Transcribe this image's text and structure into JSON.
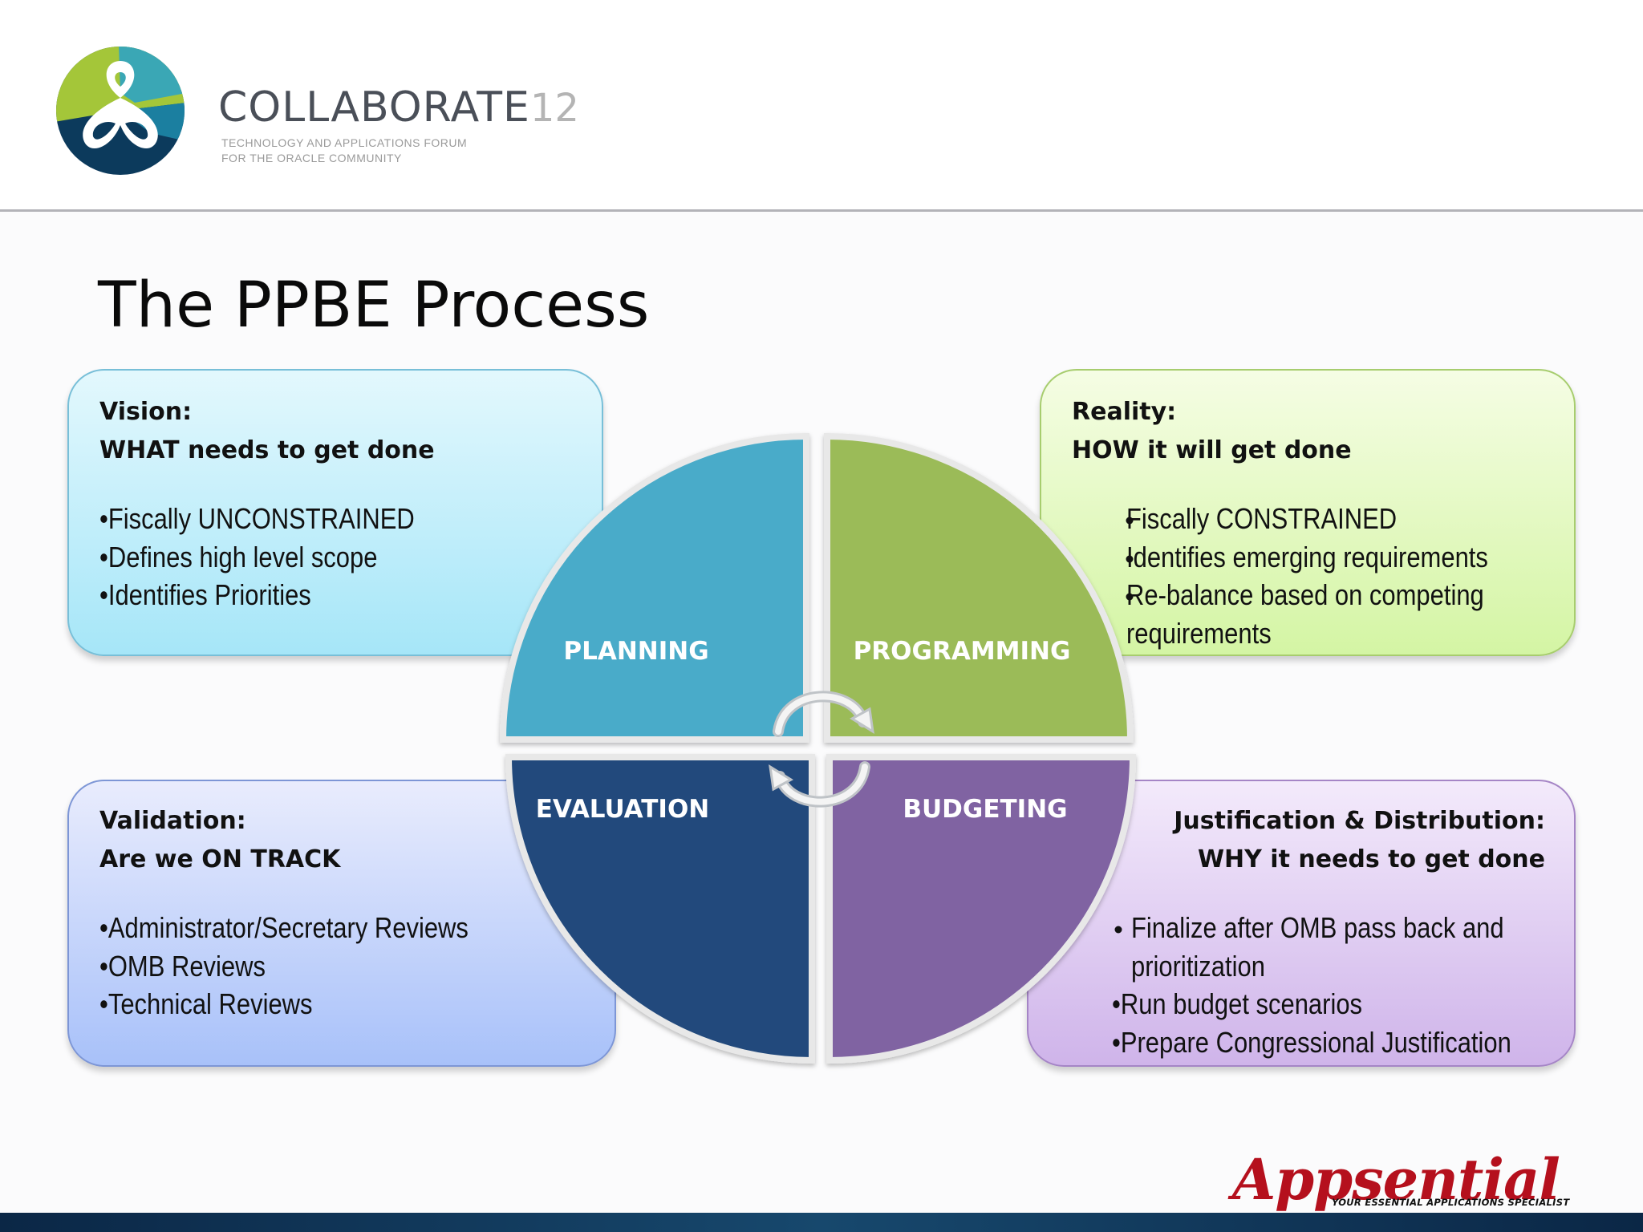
{
  "brand": {
    "name": "COLLABORATE",
    "edition": "12",
    "tagline_1": "TECHNOLOGY AND APPLICATIONS FORUM",
    "tagline_2": "FOR THE ORACLE COMMUNITY"
  },
  "slide": {
    "title": "The PPBE Process"
  },
  "boxes": {
    "vision": {
      "heading_1": "Vision:",
      "heading_2": "WHAT needs to get done",
      "bullets": [
        "•Fiscally UNCONSTRAINED",
        "•Defines high level scope",
        "•Identifies Priorities"
      ]
    },
    "reality": {
      "heading_1": "Reality:",
      "heading_2": "HOW it will get done",
      "bullets": [
        "Fiscally CONSTRAINED",
        "Identifies emerging requirements",
        "Re-balance based on competing",
        "requirements"
      ]
    },
    "validation": {
      "heading_1": "Validation:",
      "heading_2": "Are we ON TRACK",
      "bullets": [
        "•Administrator/Secretary Reviews",
        "•OMB Reviews",
        "•Technical Reviews"
      ]
    },
    "justification": {
      "heading_1": "Justification & Distribution:",
      "heading_2": "WHY it needs to get done",
      "bullets": [
        "Finalize after OMB pass back and",
        "prioritization",
        "•Run budget scenarios",
        "•Prepare Congressional Justification"
      ]
    }
  },
  "cycle": {
    "planning": {
      "label": "PLANNING",
      "color": "#4aabc9"
    },
    "programming": {
      "label": "PROGRAMMING",
      "color": "#9bbb59"
    },
    "evaluation": {
      "label": "EVALUATION",
      "color": "#214a7b"
    },
    "budgeting": {
      "label": "BUDGETING",
      "color": "#8064a2"
    },
    "center_icon": "cycle-arrows-icon"
  },
  "footer": {
    "logo": "Appsential",
    "tagline": "YOUR ESSENTIAL APPLICATIONS SPECIALIST",
    "bar_color": "#0b2746"
  }
}
